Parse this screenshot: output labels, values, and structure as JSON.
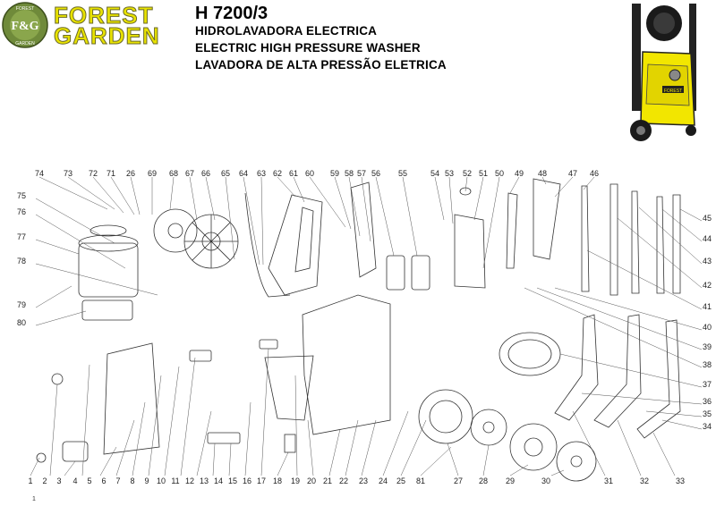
{
  "brand": {
    "badge_initials": "F&G",
    "badge_ring_top": "FOREST",
    "badge_ring_bottom": "GARDEN",
    "word1": "FOREST",
    "word2": "GARDEN"
  },
  "model": "H 7200/3",
  "titles": [
    "HIDROLAVADORA ELECTRICA",
    "ELECTRIC HIGH PRESSURE WASHER",
    "LAVADORA DE ALTA PRESSÃO ELETRICA"
  ],
  "product_label": "FOREST",
  "part_numbers_top": [
    "74",
    "73",
    "72",
    "71",
    "26",
    "69",
    "68",
    "67",
    "66",
    "65",
    "64",
    "63",
    "62",
    "61",
    "60",
    "59",
    "58",
    "57",
    "56",
    "55",
    "54",
    "53",
    "52",
    "51",
    "50",
    "49",
    "48",
    "47",
    "46"
  ],
  "part_numbers_left": [
    "75",
    "76",
    "77",
    "78",
    "79",
    "80"
  ],
  "part_numbers_right": [
    "45",
    "44",
    "43",
    "42",
    "41",
    "40",
    "39",
    "38",
    "37",
    "36",
    "35",
    "34"
  ],
  "part_numbers_bottom": [
    "1",
    "2",
    "3",
    "4",
    "5",
    "6",
    "7",
    "8",
    "9",
    "10",
    "11",
    "12",
    "13",
    "14",
    "15",
    "16",
    "17",
    "18",
    "19",
    "20",
    "21",
    "22",
    "23",
    "24",
    "25",
    "81",
    "27",
    "28",
    "29",
    "30",
    "31",
    "32",
    "33"
  ],
  "page_number": "1",
  "colors": {
    "logo_yellow": "#e8e200",
    "badge_green": "#6f8a3a",
    "product_yellow": "#f2e600",
    "line": "#333333"
  }
}
